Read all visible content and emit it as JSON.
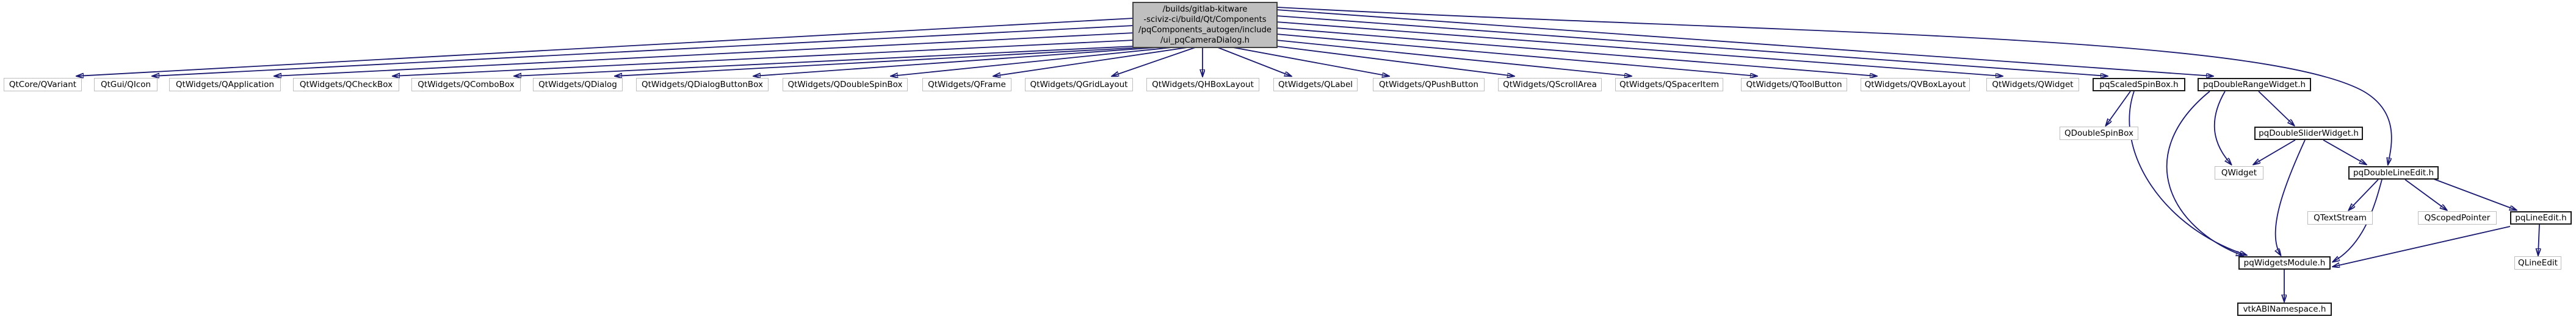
{
  "diagram": {
    "kind": "include-dependency-graph",
    "colors": {
      "edge": "#191970",
      "root_fill": "#bfbfbf",
      "node_fill": "#ffffff",
      "external_node_border": "#bebebe",
      "documented_node_border": "#1a1a1a",
      "text": "#000000"
    }
  },
  "nodes": [
    {
      "id": "ui_pqCameraDialog.h",
      "kind": "root",
      "label": "/builds/gitlab-kitware\n-sciviz-ci/build/Qt/Components\n/pqComponents_autogen/include\n/ui_pqCameraDialog.h"
    },
    {
      "id": "QtCore/QVariant",
      "kind": "external",
      "label": "QtCore/QVariant"
    },
    {
      "id": "QtGui/QIcon",
      "kind": "external",
      "label": "QtGui/QIcon"
    },
    {
      "id": "QtWidgets/QApplication",
      "kind": "external",
      "label": "QtWidgets/QApplication"
    },
    {
      "id": "QtWidgets/QCheckBox",
      "kind": "external",
      "label": "QtWidgets/QCheckBox"
    },
    {
      "id": "QtWidgets/QComboBox",
      "kind": "external",
      "label": "QtWidgets/QComboBox"
    },
    {
      "id": "QtWidgets/QDialog",
      "kind": "external",
      "label": "QtWidgets/QDialog"
    },
    {
      "id": "QtWidgets/QDialogButtonBox",
      "kind": "external",
      "label": "QtWidgets/QDialogButtonBox"
    },
    {
      "id": "QtWidgets/QDoubleSpinBox",
      "kind": "external",
      "label": "QtWidgets/QDoubleSpinBox"
    },
    {
      "id": "QtWidgets/QFrame",
      "kind": "external",
      "label": "QtWidgets/QFrame"
    },
    {
      "id": "QtWidgets/QGridLayout",
      "kind": "external",
      "label": "QtWidgets/QGridLayout"
    },
    {
      "id": "QtWidgets/QHBoxLayout",
      "kind": "external",
      "label": "QtWidgets/QHBoxLayout"
    },
    {
      "id": "QtWidgets/QLabel",
      "kind": "external",
      "label": "QtWidgets/QLabel"
    },
    {
      "id": "QtWidgets/QPushButton",
      "kind": "external",
      "label": "QtWidgets/QPushButton"
    },
    {
      "id": "QtWidgets/QScrollArea",
      "kind": "external",
      "label": "QtWidgets/QScrollArea"
    },
    {
      "id": "QtWidgets/QSpacerItem",
      "kind": "external",
      "label": "QtWidgets/QSpacerItem"
    },
    {
      "id": "QtWidgets/QToolButton",
      "kind": "external",
      "label": "QtWidgets/QToolButton"
    },
    {
      "id": "QtWidgets/QVBoxLayout",
      "kind": "external",
      "label": "QtWidgets/QVBoxLayout"
    },
    {
      "id": "QtWidgets/QWidget",
      "kind": "external",
      "label": "QtWidgets/QWidget"
    },
    {
      "id": "pqScaledSpinBox.h",
      "kind": "documented",
      "label": "pqScaledSpinBox.h"
    },
    {
      "id": "pqDoubleRangeWidget.h",
      "kind": "documented",
      "label": "pqDoubleRangeWidget.h"
    },
    {
      "id": "QDoubleSpinBox",
      "kind": "external",
      "label": "QDoubleSpinBox"
    },
    {
      "id": "pqDoubleSliderWidget.h",
      "kind": "documented",
      "label": "pqDoubleSliderWidget.h"
    },
    {
      "id": "QWidget",
      "kind": "external",
      "label": "QWidget"
    },
    {
      "id": "pqDoubleLineEdit.h",
      "kind": "documented",
      "label": "pqDoubleLineEdit.h"
    },
    {
      "id": "QTextStream",
      "kind": "external",
      "label": "QTextStream"
    },
    {
      "id": "QScopedPointer",
      "kind": "external",
      "label": "QScopedPointer"
    },
    {
      "id": "pqLineEdit.h",
      "kind": "documented",
      "label": "pqLineEdit.h"
    },
    {
      "id": "pqWidgetsModule.h",
      "kind": "documented",
      "label": "pqWidgetsModule.h"
    },
    {
      "id": "QLineEdit",
      "kind": "external",
      "label": "QLineEdit"
    },
    {
      "id": "vtkABINamespace.h",
      "kind": "documented",
      "label": "vtkABINamespace.h"
    }
  ],
  "edges": [
    {
      "from": "ui_pqCameraDialog.h",
      "to": "QtCore/QVariant"
    },
    {
      "from": "ui_pqCameraDialog.h",
      "to": "QtGui/QIcon"
    },
    {
      "from": "ui_pqCameraDialog.h",
      "to": "QtWidgets/QApplication"
    },
    {
      "from": "ui_pqCameraDialog.h",
      "to": "QtWidgets/QCheckBox"
    },
    {
      "from": "ui_pqCameraDialog.h",
      "to": "QtWidgets/QComboBox"
    },
    {
      "from": "ui_pqCameraDialog.h",
      "to": "QtWidgets/QDialog"
    },
    {
      "from": "ui_pqCameraDialog.h",
      "to": "QtWidgets/QDialogButtonBox"
    },
    {
      "from": "ui_pqCameraDialog.h",
      "to": "QtWidgets/QDoubleSpinBox"
    },
    {
      "from": "ui_pqCameraDialog.h",
      "to": "QtWidgets/QFrame"
    },
    {
      "from": "ui_pqCameraDialog.h",
      "to": "QtWidgets/QGridLayout"
    },
    {
      "from": "ui_pqCameraDialog.h",
      "to": "QtWidgets/QHBoxLayout"
    },
    {
      "from": "ui_pqCameraDialog.h",
      "to": "QtWidgets/QLabel"
    },
    {
      "from": "ui_pqCameraDialog.h",
      "to": "QtWidgets/QPushButton"
    },
    {
      "from": "ui_pqCameraDialog.h",
      "to": "QtWidgets/QScrollArea"
    },
    {
      "from": "ui_pqCameraDialog.h",
      "to": "QtWidgets/QSpacerItem"
    },
    {
      "from": "ui_pqCameraDialog.h",
      "to": "QtWidgets/QToolButton"
    },
    {
      "from": "ui_pqCameraDialog.h",
      "to": "QtWidgets/QVBoxLayout"
    },
    {
      "from": "ui_pqCameraDialog.h",
      "to": "QtWidgets/QWidget"
    },
    {
      "from": "ui_pqCameraDialog.h",
      "to": "pqScaledSpinBox.h"
    },
    {
      "from": "ui_pqCameraDialog.h",
      "to": "pqDoubleRangeWidget.h"
    },
    {
      "from": "ui_pqCameraDialog.h",
      "to": "pqDoubleLineEdit.h"
    },
    {
      "from": "pqScaledSpinBox.h",
      "to": "QDoubleSpinBox"
    },
    {
      "from": "pqScaledSpinBox.h",
      "to": "pqWidgetsModule.h"
    },
    {
      "from": "pqDoubleRangeWidget.h",
      "to": "QWidget"
    },
    {
      "from": "pqDoubleRangeWidget.h",
      "to": "pqWidgetsModule.h"
    },
    {
      "from": "pqDoubleRangeWidget.h",
      "to": "pqDoubleSliderWidget.h"
    },
    {
      "from": "pqDoubleSliderWidget.h",
      "to": "QWidget"
    },
    {
      "from": "pqDoubleSliderWidget.h",
      "to": "pqDoubleLineEdit.h"
    },
    {
      "from": "pqDoubleSliderWidget.h",
      "to": "pqWidgetsModule.h"
    },
    {
      "from": "pqDoubleLineEdit.h",
      "to": "QTextStream"
    },
    {
      "from": "pqDoubleLineEdit.h",
      "to": "QScopedPointer"
    },
    {
      "from": "pqDoubleLineEdit.h",
      "to": "pqLineEdit.h"
    },
    {
      "from": "pqDoubleLineEdit.h",
      "to": "pqWidgetsModule.h"
    },
    {
      "from": "pqLineEdit.h",
      "to": "QLineEdit"
    },
    {
      "from": "pqLineEdit.h",
      "to": "pqWidgetsModule.h"
    },
    {
      "from": "pqWidgetsModule.h",
      "to": "vtkABINamespace.h"
    }
  ]
}
